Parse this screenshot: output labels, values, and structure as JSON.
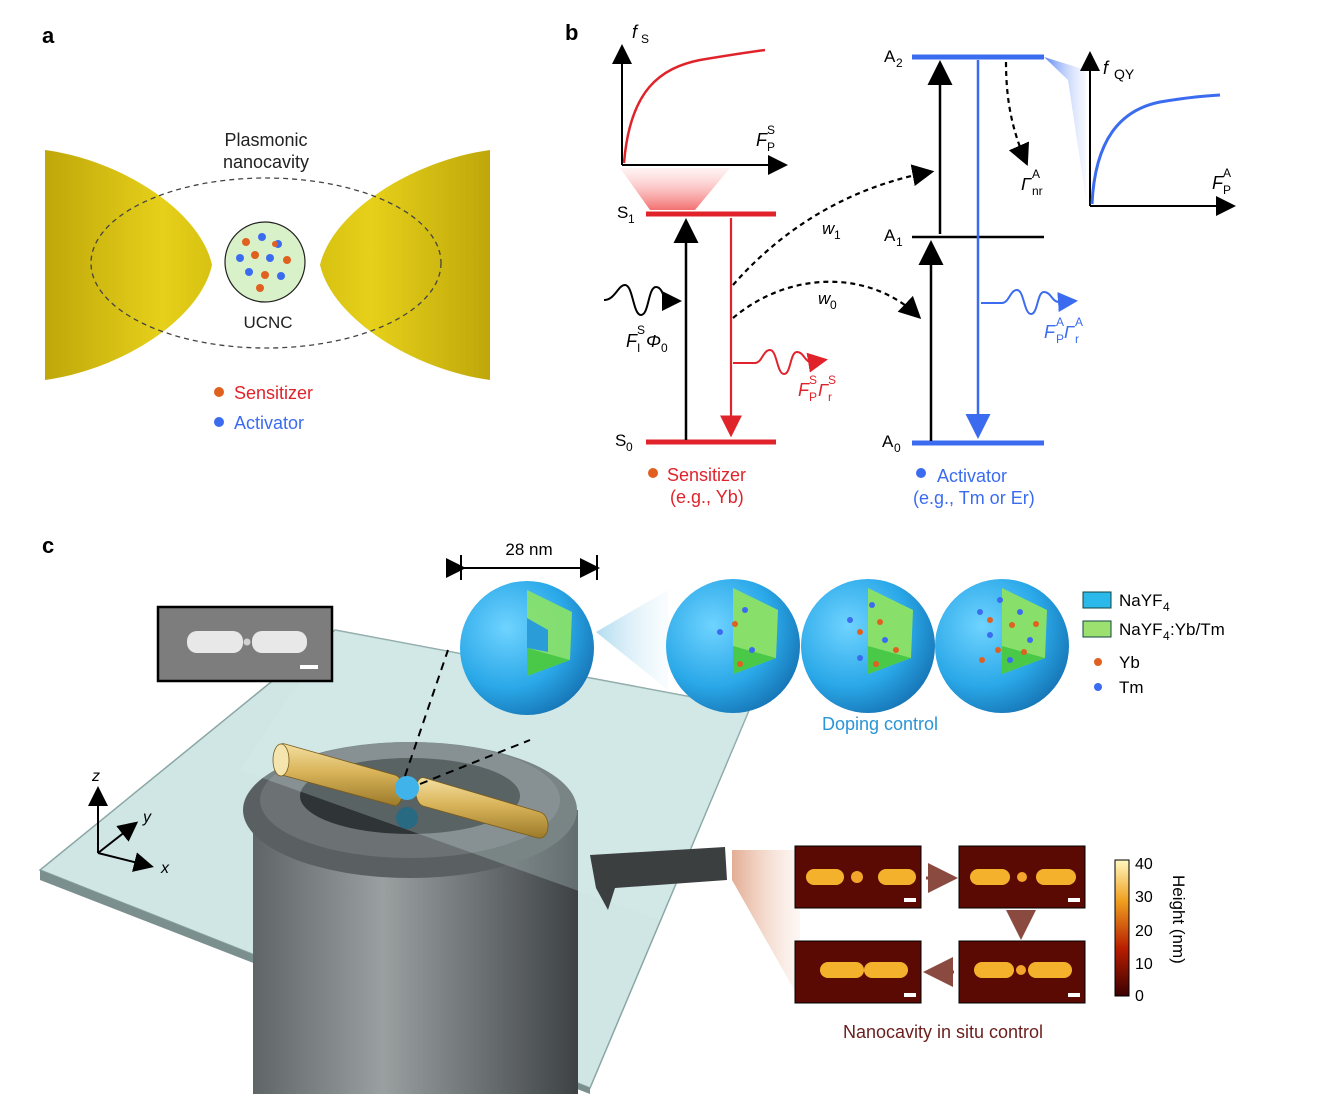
{
  "panel_a": {
    "label": "a",
    "cavity_line1": "Plasmonic",
    "cavity_line2": "nanocavity",
    "ucnc": "UCNC",
    "legend_sensitizer": "Sensitizer",
    "legend_activator": "Activator"
  },
  "panel_b": {
    "label": "b",
    "s0": "S",
    "s0_sub": "0",
    "s1": "S",
    "s1_sub": "1",
    "a0": "A",
    "a0_sub": "0",
    "a1": "A",
    "a1_sub": "1",
    "a2": "A",
    "a2_sub": "2",
    "w1": "w",
    "w1_sub": "1",
    "w0": "w",
    "w0_sub": "0",
    "inset_s_y": "f",
    "inset_s_y_sub": "S",
    "inset_s_x": "F",
    "inset_s_x_sup": "S",
    "inset_s_x_sub": "P",
    "inset_a_y": "f",
    "inset_a_y_sub": "QY",
    "inset_a_x": "F",
    "inset_a_x_sup": "A",
    "inset_a_x_sub": "P",
    "gamma_nr": "Γ",
    "gamma_nr_sup": "A",
    "gamma_nr_sub": "nr",
    "excitation_F": "F",
    "excitation_sup": "S",
    "excitation_sub": "I",
    "excitation_phi": "Φ",
    "excitation_phi_sub": "0",
    "emission_s_F": "F",
    "emission_s_F_sup": "S",
    "emission_s_F_sub": "P",
    "emission_s_G": "Γ",
    "emission_s_G_sup": "S",
    "emission_s_G_sub": "r",
    "emission_a_F": "F",
    "emission_a_F_sup": "A",
    "emission_a_F_sub": "P",
    "emission_a_G": "Γ",
    "emission_a_G_sup": "A",
    "emission_a_G_sub": "r",
    "sensitizer_label": "Sensitizer",
    "sensitizer_example": "(e.g., Yb)",
    "activator_label": "Activator",
    "activator_example": "(e.g., Tm or Er)"
  },
  "panel_c": {
    "label": "c",
    "scale": "28 nm",
    "doping_control": "Doping control",
    "legend_nayf4": "NaYF",
    "legend_nayf4_sub": "4",
    "legend_doped": "NaYF",
    "legend_doped_sub": "4",
    "legend_doped_suffix": ":Yb/Tm",
    "legend_yb": "Yb",
    "legend_tm": "Tm",
    "axis_z": "z",
    "axis_y": "y",
    "axis_x": "x",
    "colorbar_title": "Height (nm)",
    "colorbar_ticks": [
      "40",
      "30",
      "20",
      "10",
      "0"
    ],
    "nanocavity_control": "Nanocavity in situ control"
  },
  "colors": {
    "sensitizer": "#e0232a",
    "activator": "#3b6cf0",
    "gold": "#d9c213",
    "cavity_text": "#6b1e1e",
    "doping_text": "#2a95d8"
  }
}
